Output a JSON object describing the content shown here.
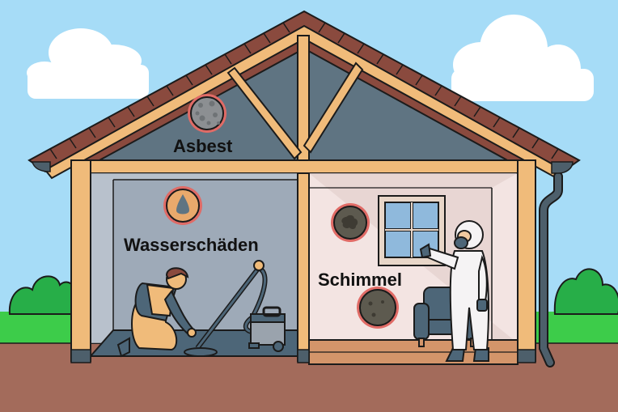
{
  "scene": {
    "title": "House with hidden damage: asbestos, water damage, mold",
    "labels": {
      "asbestos": "Asbest",
      "water_damage": "Wasserschäden",
      "mold": "Schimmel"
    },
    "icons": {
      "asbestos": "asbestos-texture-icon",
      "water_damage": "water-drop-icon",
      "mold_1": "mold-spot-icon",
      "mold_2": "mold-spot-icon"
    },
    "colors": {
      "sky": "#a6dcf7",
      "ground": "#a36b5b",
      "grass": "#3dcc4a",
      "bush": "#27ae48",
      "roof_tile": "#8a4a3e",
      "timber": "#f0bb7a",
      "attic": "#5f7482",
      "basement_wall": "#9eaab8",
      "room_wall": "#f3e4e2",
      "floor_blue": "#4d6678",
      "floor_wood": "#d4956a",
      "marker_ring": "#e06b66",
      "outline": "#1b1b1b"
    }
  }
}
